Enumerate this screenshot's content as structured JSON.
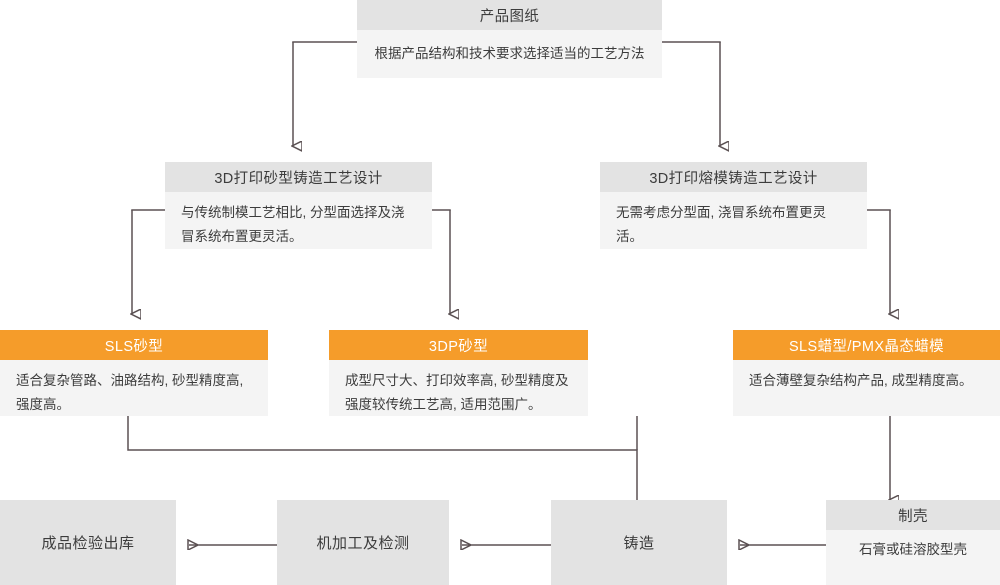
{
  "diagram": {
    "title_node": {
      "header": "产品图纸",
      "body": "根据产品结构和技术要求选择适当的工艺方法"
    },
    "branch_nodes": [
      {
        "key": "sand_casting_design",
        "header": "3D打印砂型铸造工艺设计",
        "body": "与传统制模工艺相比, 分型面选择及浇冒系统布置更灵活。"
      },
      {
        "key": "investment_casting_design",
        "header": "3D打印熔模铸造工艺设计",
        "body": "无需考虑分型面, 浇冒系统布置更灵活。"
      }
    ],
    "process_nodes": [
      {
        "key": "sls_sand",
        "header": "SLS砂型",
        "body": "适合复杂管路、油路结构, 砂型精度高, 强度高。",
        "accent": "#f59c2a"
      },
      {
        "key": "3dp_sand",
        "header": "3DP砂型",
        "body": "成型尺寸大、打印效率高, 砂型精度及强度较传统工艺高, 适用范围广。",
        "accent": "#f59c2a"
      },
      {
        "key": "sls_wax",
        "header": "SLS蜡型/PMX晶态蜡模",
        "body": "适合薄壁复杂结构产品, 成型精度高。",
        "accent": "#f59c2a"
      }
    ],
    "shell_node": {
      "key": "shell_making",
      "header": "制壳",
      "body": "石膏或硅溶胶型壳"
    },
    "bottom_nodes": [
      {
        "key": "inspection_outbound",
        "label": "成品检验出库"
      },
      {
        "key": "machining_inspection",
        "label": "机加工及检测"
      },
      {
        "key": "casting",
        "label": "铸造"
      }
    ],
    "colors": {
      "accent": "#f59c2a",
      "header_grey": "#e3e3e3",
      "body_grey": "#f4f4f4",
      "line": "#5b5153",
      "text": "#3c3c3c"
    }
  }
}
